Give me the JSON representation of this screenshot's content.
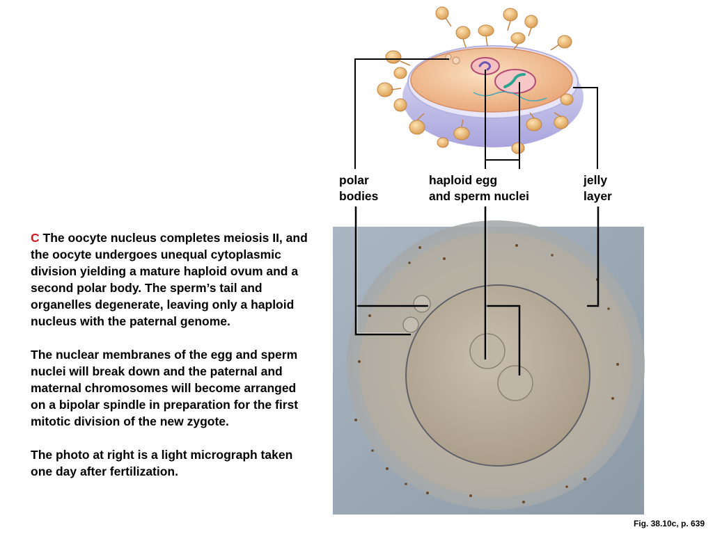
{
  "caption": {
    "letter": "C",
    "paragraph1": "The oocyte nucleus completes meiosis II, and the oocyte undergoes unequal cytoplasmic division yielding a mature haploid ovum and a second polar body. The sperm’s tail and organelles degenerate, leaving only a haploid nucleus with the paternal genome.",
    "paragraph2": "The nuclear membranes of the egg and sperm nuclei will break down and the paternal and maternal chromosomes will become arranged on a bipolar spindle in preparation for the first mitotic division of the new zygote.",
    "paragraph3": "The photo at right is a light micrograph taken one day after fertilization."
  },
  "labels": {
    "polar_bodies": [
      "polar",
      "bodies"
    ],
    "nuclei": [
      "haploid egg",
      "and sperm nuclei"
    ],
    "jelly_layer": [
      "jelly",
      "layer"
    ]
  },
  "figure_ref": "Fig. 38.10c, p. 639",
  "colors": {
    "highlight_letter": "#d11b1b",
    "egg_cytoplasm": "#f2c49a",
    "jelly": "#c9c6ec",
    "sperm_head": "#f0c079",
    "micrograph_bg": "#9aa7b3"
  }
}
